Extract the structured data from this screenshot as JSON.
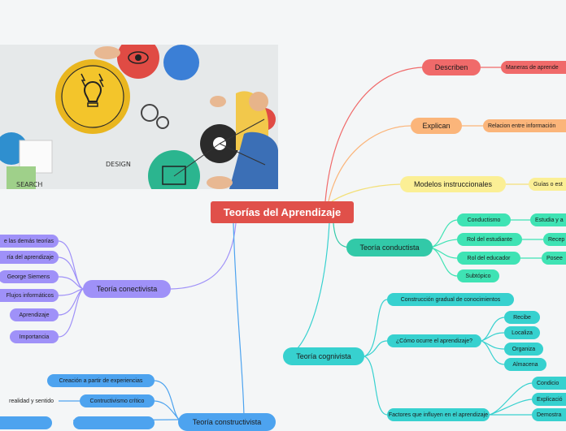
{
  "central_topic": "Teorías del Aprendizaje",
  "branches": {
    "describen": {
      "label": "Describen",
      "child": "Maneras de aprende"
    },
    "explican": {
      "label": "Explican",
      "child": "Relacion entre información"
    },
    "modelos": {
      "label": "Modelos instruccionales",
      "child": "Guías o est"
    },
    "conductista": {
      "label": "Teoría conductista",
      "children": [
        "Conductismo",
        "Rol del estudiante",
        "Rol del educador",
        "Subtópico"
      ],
      "grandchildren": [
        "Estudia y a",
        "Recep",
        "Posee"
      ]
    },
    "cognitivista": {
      "label": "Teoría cognivista",
      "children": [
        "Construcción gradual de conocimientos",
        "¿Cómo ocurre el aprendizaje?",
        "Factores que influyen en el aprendizaje"
      ],
      "como_children": [
        "Recibe",
        "Localiza",
        "Organiza",
        "Almacena"
      ],
      "factores_children": [
        "Condicio",
        "Explicació",
        "Demostra"
      ]
    },
    "conectivista": {
      "label": "Teoría conectivista",
      "children": [
        "e las demás teorías",
        "ría del aprendizaje",
        "George Siemens",
        "Flujos informáticos",
        "Aprendizaje",
        "Importancia"
      ]
    },
    "constructivista": {
      "label": "Teoría constructivista",
      "children": [
        "Creación a partir de experiencias",
        "Contructivismo crítico"
      ],
      "critico_children": [
        "realidad y sentido"
      ]
    }
  },
  "colors": {
    "central": "#e0504a",
    "describen": "#f06a6a",
    "explican": "#fbb57a",
    "modelos": "#fbef95",
    "conductista": "#32c9a8",
    "conductista_sub": "#3fe3b4",
    "cognitivista": "#37d1cf",
    "cognitivista_sub": "#37d1cf",
    "conectivista": "#9f91f8",
    "constructivista": "#4da3ef"
  },
  "image": {
    "caption": "DESIGN",
    "caption2": "SEARCH"
  }
}
